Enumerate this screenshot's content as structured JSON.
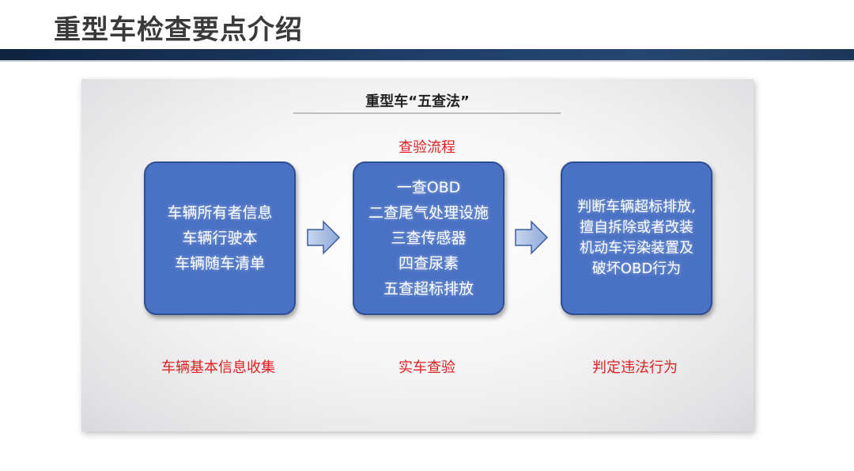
{
  "header": {
    "title": "重型车检查要点介绍"
  },
  "panel": {
    "title": "重型车“五查法”",
    "flow_label": "查验流程",
    "stages": [
      {
        "box_lines": [
          "车辆所有者信息",
          "车辆行驶本",
          "车辆随车清单"
        ],
        "caption": "车辆基本信息收集"
      },
      {
        "box_lines": [
          "一查OBD",
          "二查尾气处理设施",
          "三查传感器",
          "四查尿素",
          "五查超标排放"
        ],
        "caption": "实车查验"
      },
      {
        "box_lines": [
          "判断车辆超标排放,",
          "擅自拆除或者改装",
          "机动车污染装置及",
          "破坏OBD行为"
        ],
        "caption": "判定违法行为"
      }
    ]
  },
  "colors": {
    "box_fill": "#4a72c4",
    "caption_red": "#e02020",
    "header_bar": "#1e3c64"
  }
}
